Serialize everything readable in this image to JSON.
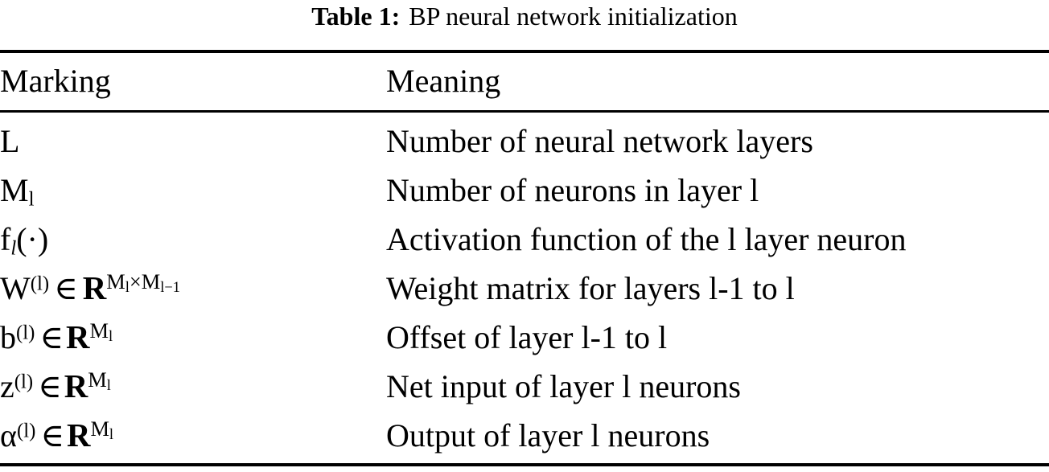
{
  "caption": {
    "label": "Table 1:",
    "text": "BP neural network initialization"
  },
  "table": {
    "columns": [
      {
        "key": "marking",
        "header": "Marking"
      },
      {
        "key": "meaning",
        "header": "Meaning"
      }
    ],
    "rows": [
      {
        "marking_plain": "L",
        "marking_parts": {
          "base": "L"
        },
        "meaning": "Number of neural network layers"
      },
      {
        "marking_plain": "M l",
        "marking_parts": {
          "base": "M",
          "sub": "l"
        },
        "meaning": "Number of neurons in layer l"
      },
      {
        "marking_plain": "f l (·)",
        "marking_parts": {
          "base": "f",
          "sub_italic": "l",
          "tail": "(·)"
        },
        "meaning": "Activation function of the l layer neuron"
      },
      {
        "marking_plain": "W(l) ∈ R M l × M l−1",
        "marking_parts": {
          "base": "W",
          "sup": "(l)",
          "relation": "∈",
          "set": "R",
          "exponent_base": "M",
          "exponent_sub": "l",
          "times": "×",
          "exponent_base2": "M",
          "exponent_sub2": "l−1"
        },
        "meaning": "Weight matrix for layers l-1 to l"
      },
      {
        "marking_plain": "b(l) ∈ R M l",
        "marking_parts": {
          "base": "b",
          "sup": "(l)",
          "relation": "∈",
          "set": "R",
          "exponent_base": "M",
          "exponent_sub": "l"
        },
        "meaning": "Offset of layer l-1 to l"
      },
      {
        "marking_plain": "z(l) ∈ R M l",
        "marking_parts": {
          "base": "z",
          "sup": "(l)",
          "relation": "∈",
          "set": "R",
          "exponent_base": "M",
          "exponent_sub": "l"
        },
        "meaning": "Net input of layer l neurons"
      },
      {
        "marking_plain": "α(l) ∈ R M l",
        "marking_parts": {
          "base": "α",
          "sup": "(l)",
          "relation": "∈",
          "set": "R",
          "exponent_base": "M",
          "exponent_sub": "l"
        },
        "meaning": "Output of layer l neurons"
      }
    ]
  },
  "style": {
    "text_color": "#000000",
    "background_color": "#ffffff",
    "rule_color": "#000000"
  }
}
